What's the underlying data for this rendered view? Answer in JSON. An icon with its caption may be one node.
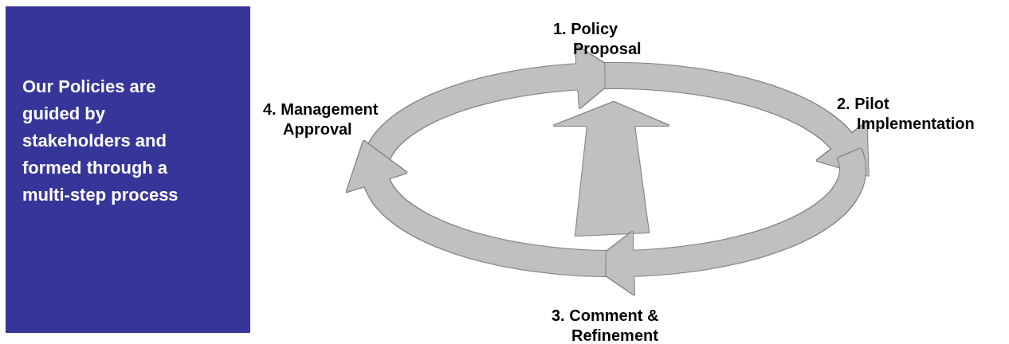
{
  "diagram": {
    "nodes": [
      {
        "text": [
          "Our Policies are guided by stakeholders and formed through a multi-step process"
        ]
      },
      {
        "text": [
          "1. Policy Proposal"
        ]
      },
      {
        "text": [
          "2. Pilot Implementation"
        ]
      },
      {
        "text": [
          "3. Comment & Refinement"
        ]
      },
      {
        "text": [
          "4. Management Approval"
        ]
      }
    ],
    "edges": [
      {
        "from": 4,
        "to": 1,
        "arrow": "to"
      },
      {
        "from": 1,
        "to": 2,
        "arrow": "to"
      },
      {
        "from": 2,
        "to": 3,
        "arrow": "to"
      },
      {
        "from": 3,
        "to": 4,
        "arrow": "to"
      }
    ]
  }
}
